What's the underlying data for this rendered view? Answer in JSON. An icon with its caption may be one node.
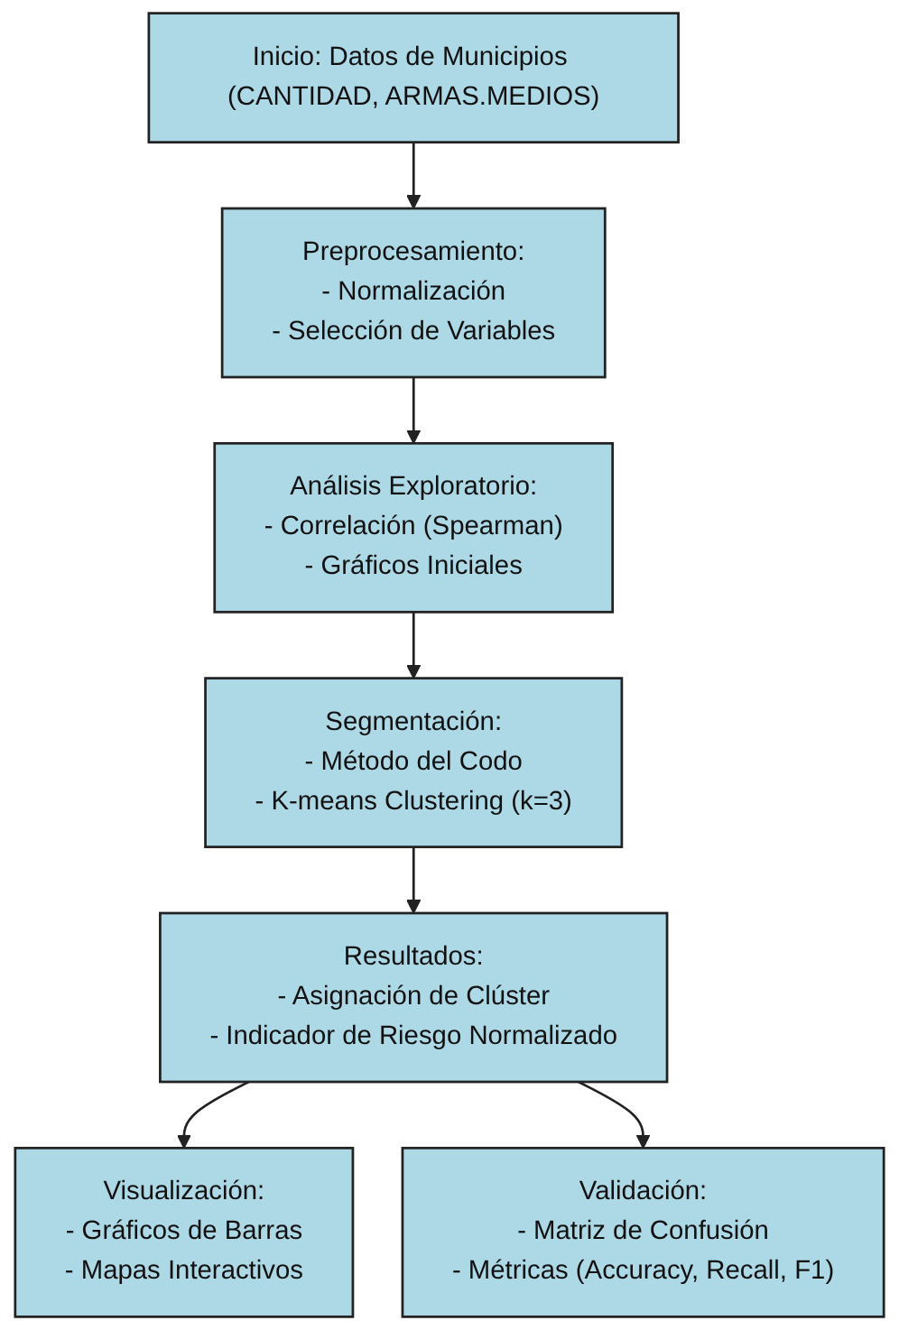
{
  "diagram": {
    "nodes": [
      {
        "text": [
          "Inicio: Datos de Municipios (CANTIDAD, ARMAS.MEDIOS)"
        ]
      },
      {
        "text": [
          "Preprocesamiento:",
          "- Normalización",
          "- Selección de Variables"
        ]
      },
      {
        "text": [
          "Análisis Exploratorio:",
          "- Correlación (Spearman)",
          "- Gráficos Iniciales"
        ]
      },
      {
        "text": [
          "Segmentación:",
          "- Método del Codo",
          "- K-means Clustering (k=3)"
        ]
      },
      {
        "text": [
          "Resultados:",
          "- Asignación de Clúster",
          "- Indicador de Riesgo Normalizado"
        ]
      },
      {
        "text": [
          "Visualización:",
          "- Gráficos de Barras",
          "- Mapas Interactivos"
        ]
      },
      {
        "text": [
          "Validación:",
          "- Matriz de Confusión",
          "- Métricas (Accuracy, Recall, F1)"
        ]
      }
    ],
    "edges": [
      {
        "from": 0,
        "to": 1,
        "arrow": "to"
      },
      {
        "from": 1,
        "to": 2,
        "arrow": "to"
      },
      {
        "from": 2,
        "to": 3,
        "arrow": "to"
      },
      {
        "from": 3,
        "to": 4,
        "arrow": "to"
      },
      {
        "from": 4,
        "to": 5,
        "arrow": "to"
      },
      {
        "from": 4,
        "to": 6,
        "arrow": "to"
      }
    ]
  }
}
